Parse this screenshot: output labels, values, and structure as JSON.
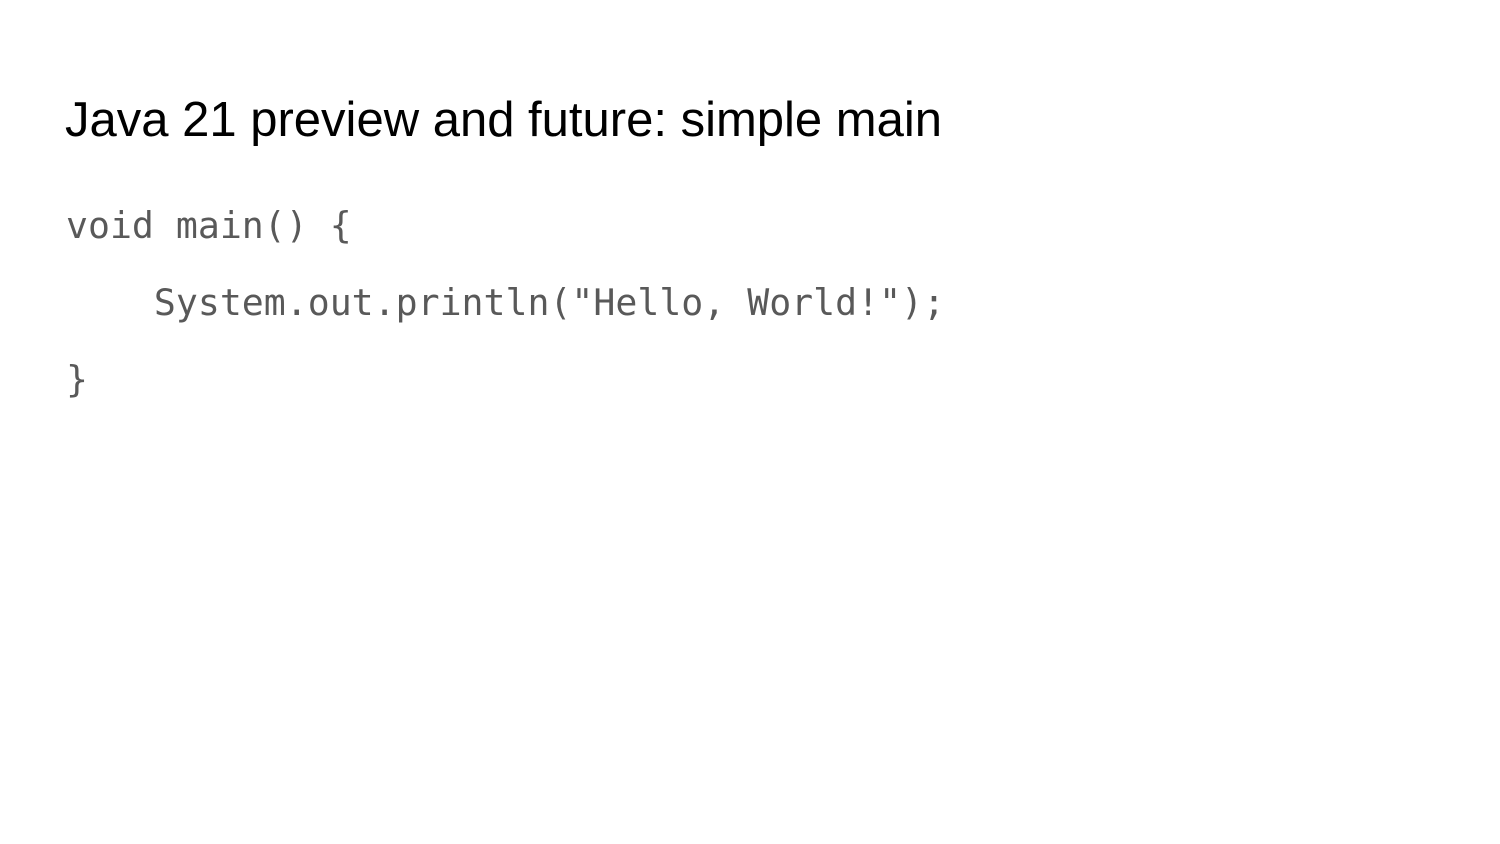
{
  "slide": {
    "title": "Java 21 preview and future: simple main",
    "code_lines": [
      "void main() {",
      "    System.out.println(\"Hello, World!\");",
      "}"
    ]
  },
  "colors": {
    "background": "#ffffff",
    "title": "#000000",
    "code_text": "#595959"
  }
}
